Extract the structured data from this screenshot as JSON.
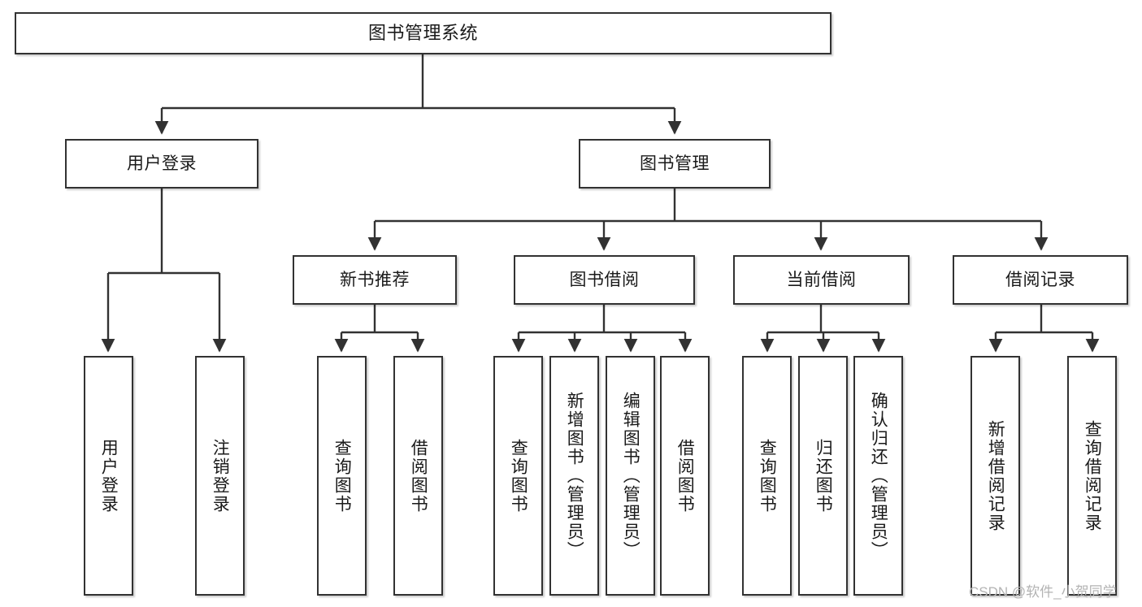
{
  "diagram": {
    "type": "hierarchy-tree",
    "title_node": {
      "label": "图书管理系统"
    },
    "level2": [
      {
        "id": "user-login",
        "label": "用户登录"
      },
      {
        "id": "book-management",
        "label": "图书管理"
      }
    ],
    "level3": [
      {
        "id": "new-book-recommend",
        "label": "新书推荐",
        "parent": "book-management"
      },
      {
        "id": "book-borrow",
        "label": "图书借阅",
        "parent": "book-management"
      },
      {
        "id": "current-borrow",
        "label": "当前借阅",
        "parent": "book-management"
      },
      {
        "id": "borrow-record",
        "label": "借阅记录",
        "parent": "book-management"
      }
    ],
    "leaves": {
      "user-login": [
        {
          "id": "leaf-user-login",
          "label": "用户登录"
        },
        {
          "id": "leaf-logout-login",
          "label": "注销登录"
        }
      ],
      "new-book-recommend": [
        {
          "id": "leaf-query-book-1",
          "label": "查询图书"
        },
        {
          "id": "leaf-borrow-book-1",
          "label": "借阅图书"
        }
      ],
      "book-borrow": [
        {
          "id": "leaf-query-book-2",
          "label": "查询图书"
        },
        {
          "id": "leaf-add-book",
          "label": "新增图书（管理员）"
        },
        {
          "id": "leaf-edit-book",
          "label": "编辑图书（管理员）"
        },
        {
          "id": "leaf-borrow-book-2",
          "label": "借阅图书"
        }
      ],
      "current-borrow": [
        {
          "id": "leaf-query-book-3",
          "label": "查询图书"
        },
        {
          "id": "leaf-return-book",
          "label": "归还图书"
        },
        {
          "id": "leaf-confirm-return",
          "label": "确认归还（管理员）"
        }
      ],
      "borrow-record": [
        {
          "id": "leaf-add-record",
          "label": "新增借阅记录"
        },
        {
          "id": "leaf-query-record",
          "label": "查询借阅记录"
        }
      ]
    }
  },
  "watermark": {
    "text": "CSDN @软件_小贺同学"
  },
  "colors": {
    "border": "#323232",
    "background": "#ffffff",
    "text": "#1a1a1a",
    "watermark": "#b3b3b3"
  }
}
